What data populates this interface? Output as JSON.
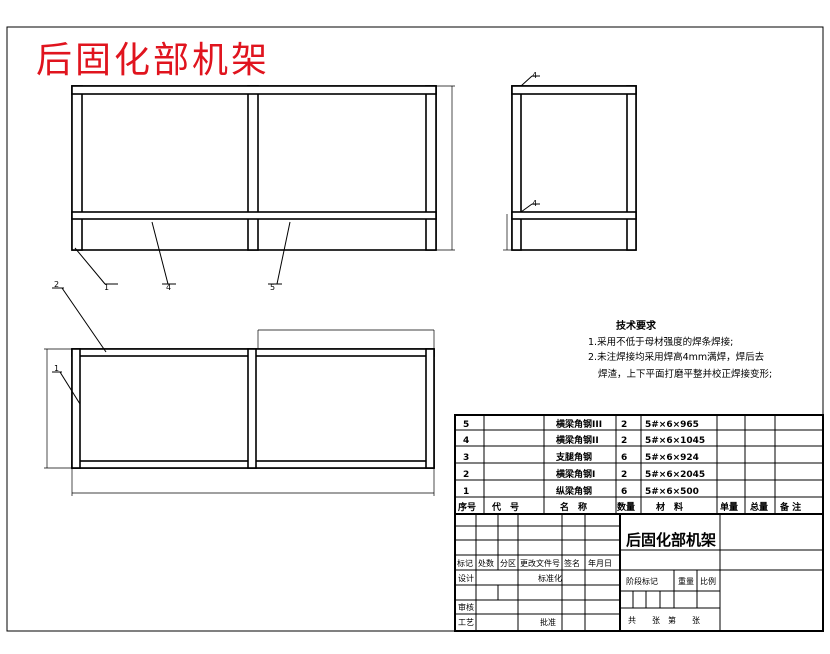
{
  "title": "后固化部机架",
  "leaders": {
    "front": [
      "1",
      "4",
      "5"
    ],
    "top": [
      "2",
      "1"
    ]
  },
  "notes": {
    "heading": "技术要求",
    "lines": [
      "1.采用不低于母材强度的焊条焊接;",
      "2.未注焊接均采用焊高4mm满焊，焊后去",
      "焊渣，上下平面打磨平整并校正焊接变形;"
    ]
  },
  "parts": [
    {
      "no": "5",
      "name": "横梁角钢III",
      "qty": "2",
      "spec": "5#×6×965"
    },
    {
      "no": "4",
      "name": "横梁角钢II",
      "qty": "2",
      "spec": "5#×6×1045"
    },
    {
      "no": "3",
      "name": "支腿角钢",
      "qty": "6",
      "spec": "5#×6×924"
    },
    {
      "no": "2",
      "name": "横梁角钢I",
      "qty": "2",
      "spec": "5#×6×2045"
    },
    {
      "no": "1",
      "name": "纵梁角钢",
      "qty": "6",
      "spec": "5#×6×500"
    }
  ],
  "parts_header": {
    "seq": "序号",
    "code": "代　号",
    "name": "名　称",
    "qty": "数量",
    "material": "材　料",
    "unit_weight": "单量",
    "total_weight": "总量",
    "remark": "备 注"
  },
  "title_block": {
    "drawing_name": "后固化部机架",
    "revision_labels": [
      "标记",
      "处数",
      "分区",
      "更改文件号",
      "签名",
      "年月日"
    ],
    "design": "设计",
    "standardize": "标准化",
    "stage_mark": "阶段标记",
    "weight": "重量",
    "scale": "比例",
    "review": "审核",
    "process": "工艺",
    "approve": "批准",
    "sheets": "共　　张　第　　张"
  }
}
